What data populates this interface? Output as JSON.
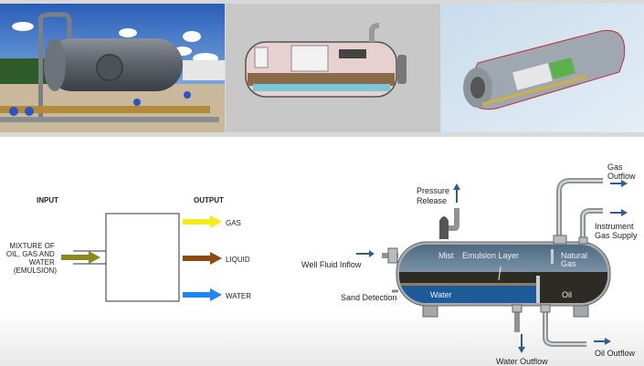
{
  "photos": [
    {
      "name": "separator-photo"
    },
    {
      "name": "separator-cutaway-drawing"
    },
    {
      "name": "separator-3d-cutaway"
    }
  ],
  "block_diagram": {
    "input_heading": "INPUT",
    "output_heading": "OUTPUT",
    "input_lines": [
      "MIXTURE OF",
      "OIL, GAS AND",
      "WATER",
      "(EMULSION)"
    ],
    "outputs": [
      {
        "label": "GAS",
        "color": "#f5ea1a"
      },
      {
        "label": "LIQUID",
        "color": "#8a4a12"
      },
      {
        "label": "WATER",
        "color": "#1f86f0"
      }
    ],
    "input_color": "#8a8a1a"
  },
  "separator_diagram": {
    "well_fluid_inflow": "Well Fluid Inflow",
    "sand_detection": "Sand Detection",
    "pressure_release": [
      "Pressure",
      "Release"
    ],
    "mist": "Mist",
    "emulsion_layer": "Emulsion Layer",
    "natural_gas": [
      "Natural",
      "Gas"
    ],
    "water": "Water",
    "oil": "Oil",
    "gas_outflow": [
      "Gas",
      "Outflow"
    ],
    "instrument_gas_supply": [
      "Instrument",
      "Gas Supply"
    ],
    "water_outflow": "Water Outflow",
    "oil_outflow": "Oil Outflow",
    "arrow_color": "#2e5d92"
  }
}
